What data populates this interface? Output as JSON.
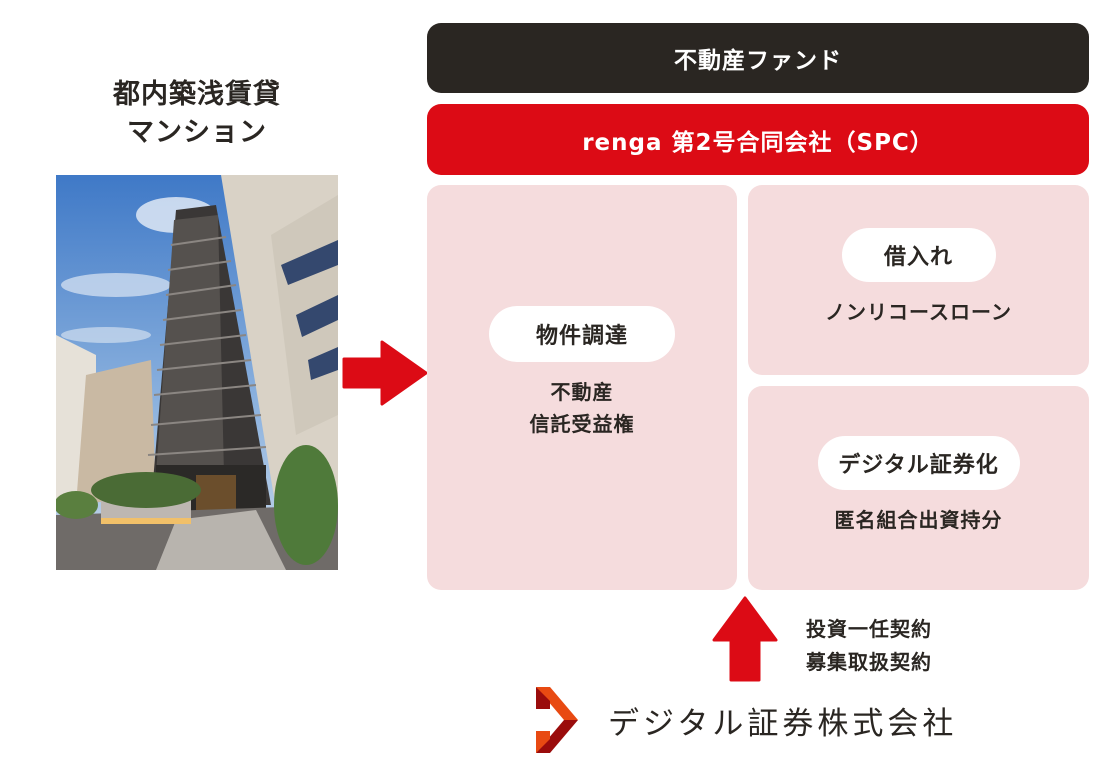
{
  "property": {
    "title_line1": "都内築浅賃貸",
    "title_line2": "マンション",
    "photo_alt": "high-rise apartment building photo"
  },
  "fund": {
    "label": "不動産ファンド",
    "color": "#2a2622"
  },
  "spc": {
    "label": "renga 第2号合同会社（SPC）",
    "color": "#dc0b15"
  },
  "boxes": {
    "acquisition": {
      "pill": "物件調達",
      "line1": "不動産",
      "line2": "信託受益権"
    },
    "borrowing": {
      "pill": "借入れ",
      "text": "ノンリコースローン"
    },
    "digital": {
      "pill": "デジタル証券化",
      "text": "匿名組合出資持分"
    },
    "box_color": "#f5dcdd"
  },
  "contracts": {
    "line1": "投資一任契約",
    "line2": "募集取扱契約"
  },
  "company": {
    "name": "デジタル証券株式会社",
    "logo": "arrow-d-logo"
  },
  "arrows": {
    "right": "right-arrow",
    "up": "up-arrow",
    "color": "#dc0b15"
  }
}
